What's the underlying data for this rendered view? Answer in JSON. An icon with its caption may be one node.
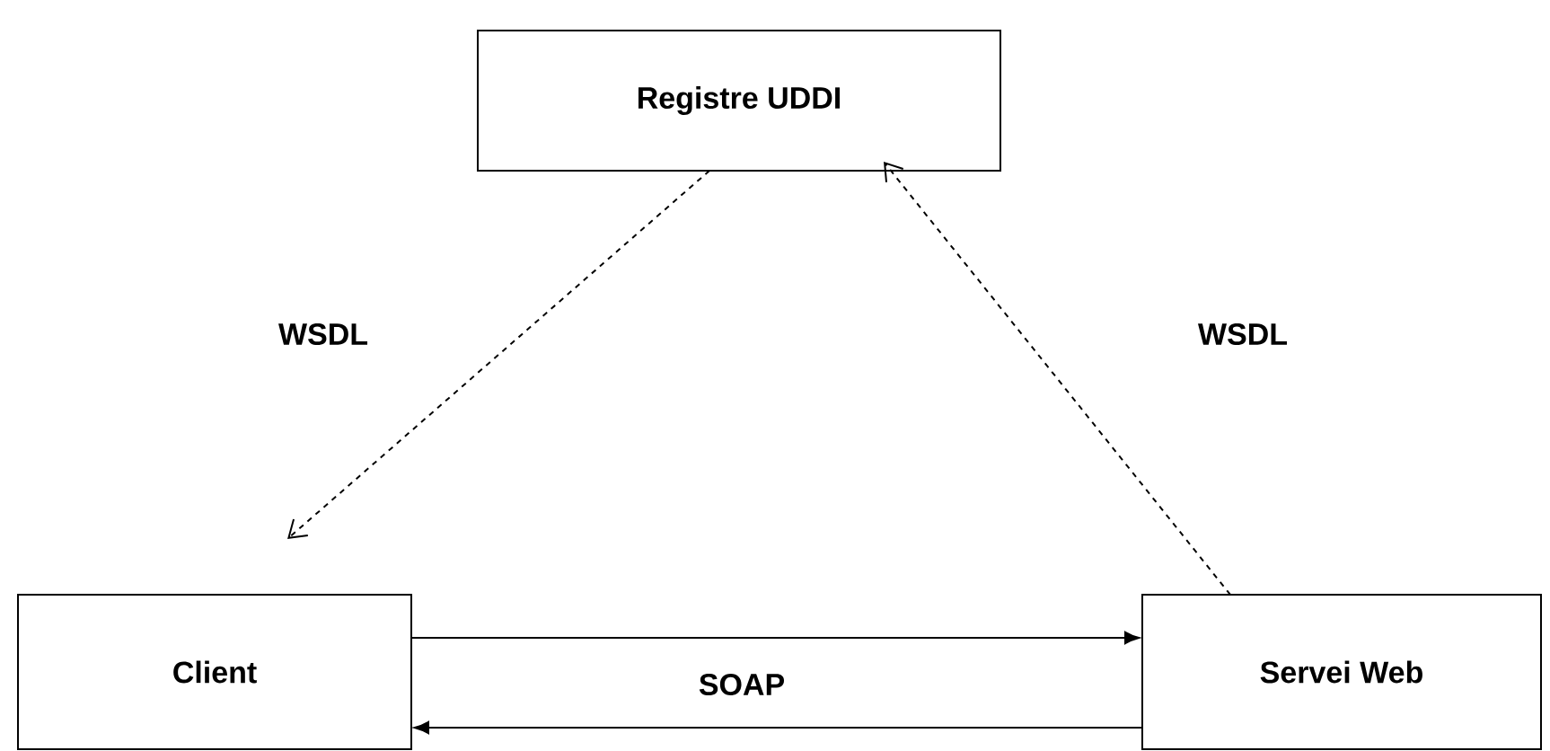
{
  "diagram": {
    "nodes": [
      {
        "text": [
          "Registre UDDI"
        ]
      },
      {
        "text": [
          "Client"
        ]
      },
      {
        "text": [
          "Servei Web"
        ]
      }
    ],
    "edges": [
      {
        "from": 0,
        "to": 1,
        "arrow": "to",
        "style": "dashed",
        "label": "WSDL"
      },
      {
        "from": 2,
        "to": 0,
        "arrow": "to",
        "style": "dashed",
        "label": "WSDL"
      },
      {
        "from": 1,
        "to": 2,
        "arrow": "to",
        "label": "SOAP"
      },
      {
        "from": 2,
        "to": 1,
        "arrow": "to"
      }
    ]
  }
}
